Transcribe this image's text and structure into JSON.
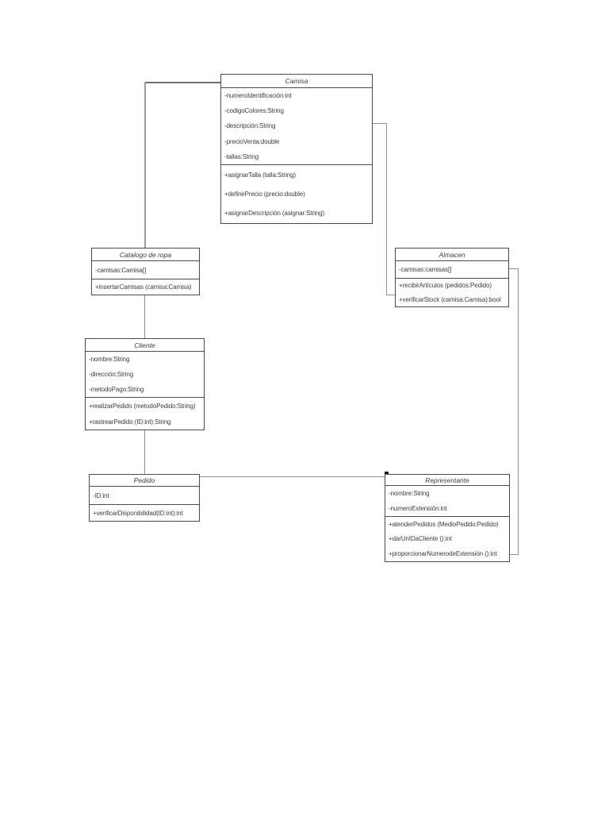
{
  "page": {
    "background": "#ffffff",
    "kind": "uml-class-diagram-page"
  },
  "diagram": {
    "type": "uml-class-diagram",
    "classes": {
      "camisa": {
        "title": "Camisa",
        "attributes": [
          "-numeroIdentificación:int",
          "-codigoColores:String",
          "-descripción:String",
          "-precioVenta:double",
          "-tallas:String"
        ],
        "methods": [
          "+asignarTalla (talla:String)",
          "+definirPrecio (precio:double)",
          "+asignarDescripción (asignar:String)"
        ]
      },
      "catalogo": {
        "title": "Catalogo de ropa",
        "attributes": [
          "-camisas:Camisa[]"
        ],
        "methods": [
          "+insertarCamisas (camisa:Camisa)"
        ]
      },
      "almacen": {
        "title": "Almacen",
        "attributes": [
          "-camisas:camisas[]"
        ],
        "methods": [
          "+recibirArtículos (pedidos:Pedido)",
          "+verificarStock (camisa:Camisa):bool"
        ]
      },
      "cliente": {
        "title": "Cliente",
        "attributes": [
          "-nombre:String",
          "-dirección:String",
          "-metodoPago:String"
        ],
        "methods": [
          "+realizarPedido (metodoPedido:String)",
          "+rastrearPedido (ID:int):String"
        ]
      },
      "pedido": {
        "title": "Pedido",
        "attributes": [
          "-ID:int"
        ],
        "methods": [
          "+verificarDisponibilidad(ID:int):int"
        ]
      },
      "representante": {
        "title": "Representante",
        "attributes": [
          "-nombre:String",
          "-numeroExtensión:int"
        ],
        "methods": [
          "+atenderPedidos (MedioPedido:Pedido)",
          "+darUnIDaCliente ():int",
          "+proporcionarNumerodeExtensión ():int"
        ]
      }
    },
    "relations": [
      {
        "from": "Camisa",
        "to": "Catalogo de ropa"
      },
      {
        "from": "Camisa",
        "to": "Almacen"
      },
      {
        "from": "Catalogo de ropa",
        "to": "Cliente"
      },
      {
        "from": "Cliente",
        "to": "Pedido"
      },
      {
        "from": "Pedido",
        "to": "Representante"
      },
      {
        "from": "Almacen",
        "to": "Representante"
      }
    ],
    "colors": {
      "box_border": "#4a4a4a",
      "connector": "#8f8f8f",
      "connector_dark": "#6f6f6f",
      "text": "#3c3c3c",
      "background": "#ffffff"
    }
  }
}
